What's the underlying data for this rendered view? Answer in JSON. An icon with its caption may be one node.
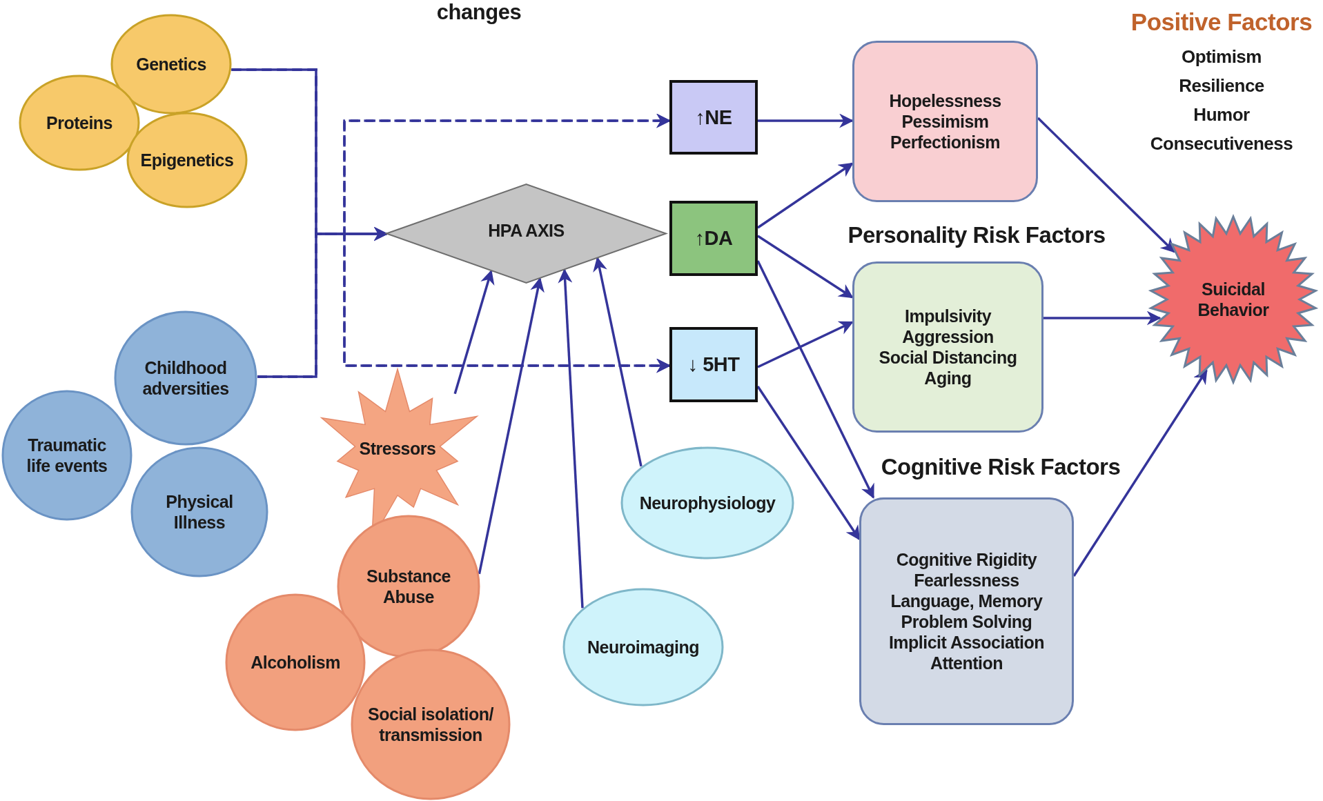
{
  "diagram": {
    "nodes": [
      {
        "text": [
          "Genetics"
        ]
      },
      {
        "text": [
          "Proteins"
        ]
      },
      {
        "text": [
          "Epigenetics"
        ]
      },
      {
        "text": [
          "Childhood adversities"
        ]
      },
      {
        "text": [
          "Traumatic life events"
        ]
      },
      {
        "text": [
          "Physical Illness"
        ]
      },
      {
        "text": [
          "HPA AXIS"
        ]
      },
      {
        "text": [
          "↑NE"
        ]
      },
      {
        "text": [
          "↑DA"
        ]
      },
      {
        "text": [
          "↓ 5HT"
        ]
      },
      {
        "text": [
          "Hopelessness",
          "Pessimism",
          "Perfectionism"
        ]
      },
      {
        "text": [
          "Personality Risk Factors",
          "Impulsivity",
          "Aggression",
          "Social Distancing",
          "Aging"
        ]
      },
      {
        "text": [
          "Cognitive Risk Factors",
          "Cognitive Rigidity",
          "Fearlessness",
          "Language, Memory",
          "Problem Solving",
          "Implicit Association",
          "Attention"
        ]
      },
      {
        "text": [
          "Suicidal Behavior"
        ]
      },
      {
        "text": [
          "Stressors"
        ]
      },
      {
        "text": [
          "Substance Abuse"
        ]
      },
      {
        "text": [
          "Alcoholism"
        ]
      },
      {
        "text": [
          "Social isolation/ transmission"
        ]
      },
      {
        "text": [
          "Neurophysiology"
        ]
      },
      {
        "text": [
          "Neuroimaging"
        ]
      }
    ],
    "edges": [
      {
        "from": 0,
        "to": 6,
        "arrow": "to"
      },
      {
        "from": 3,
        "to": 6,
        "arrow": "to"
      },
      {
        "from": 0,
        "to": 7,
        "arrow": "to",
        "style": "dashed"
      },
      {
        "from": 3,
        "to": 7,
        "arrow": "to",
        "style": "dashed"
      },
      {
        "from": 0,
        "to": 9,
        "arrow": "to",
        "style": "dashed"
      },
      {
        "from": 3,
        "to": 9,
        "arrow": "to",
        "style": "dashed"
      },
      {
        "from": 14,
        "to": 6,
        "arrow": "to"
      },
      {
        "from": 15,
        "to": 6,
        "arrow": "to"
      },
      {
        "from": 19,
        "to": 6,
        "arrow": "to"
      },
      {
        "from": 18,
        "to": 6,
        "arrow": "to"
      },
      {
        "from": 7,
        "to": 10,
        "arrow": "to"
      },
      {
        "from": 8,
        "to": 10,
        "arrow": "to"
      },
      {
        "from": 8,
        "to": 11,
        "arrow": "to"
      },
      {
        "from": 8,
        "to": 12,
        "arrow": "to"
      },
      {
        "from": 9,
        "to": 11,
        "arrow": "to"
      },
      {
        "from": 9,
        "to": 12,
        "arrow": "to"
      },
      {
        "from": 10,
        "to": 13,
        "arrow": "to"
      },
      {
        "from": 11,
        "to": 13,
        "arrow": "to"
      },
      {
        "from": 12,
        "to": 13,
        "arrow": "to"
      }
    ],
    "labels": [
      "changes",
      "Positive Factors",
      "Optimism",
      "Resilience",
      "Humor",
      "Consecutiveness"
    ]
  }
}
